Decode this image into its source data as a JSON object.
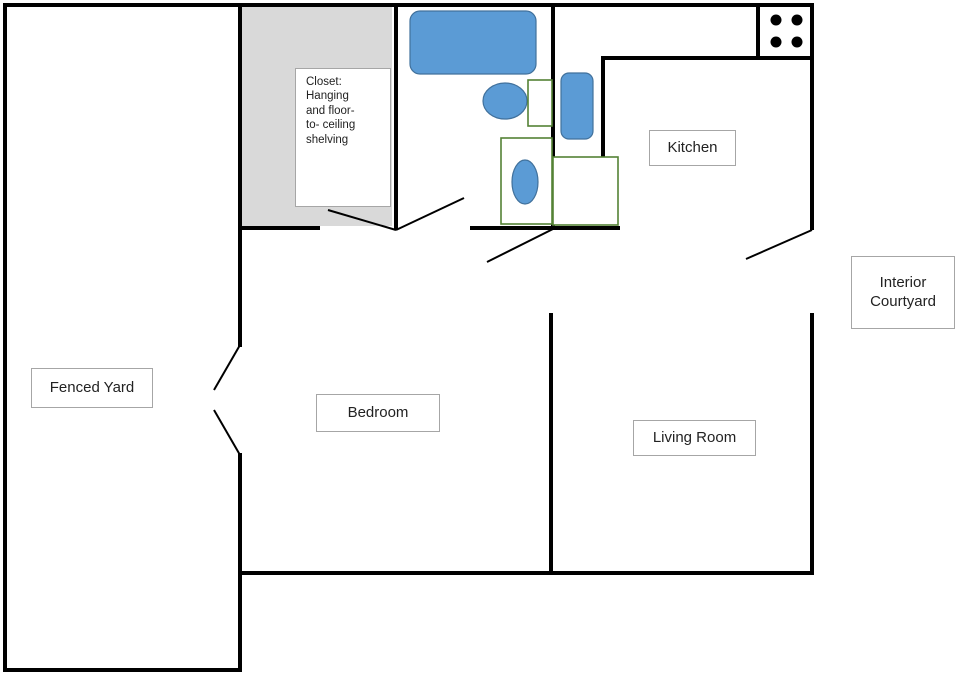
{
  "labels": {
    "fenced_yard": "Fenced Yard",
    "bedroom": "Bedroom",
    "living_room": "Living Room",
    "kitchen": "Kitchen",
    "interior_courtyard": "Interior\nCourtyard",
    "closet": "Closet:\nHanging\nand floor-\nto- ceiling\nshelving"
  },
  "colors": {
    "walls": "#000000",
    "fixture_fill": "#5b9bd5",
    "fixture_stroke": "#41719c",
    "fixture_outline": "#548235",
    "closet_fill": "#d9d9d9",
    "label_border": "#a6a6a6"
  },
  "icons": {
    "stove": "stove-burners-icon",
    "bathtub": "bathtub-icon",
    "toilet": "toilet-icon",
    "sink": "sink-icon"
  }
}
